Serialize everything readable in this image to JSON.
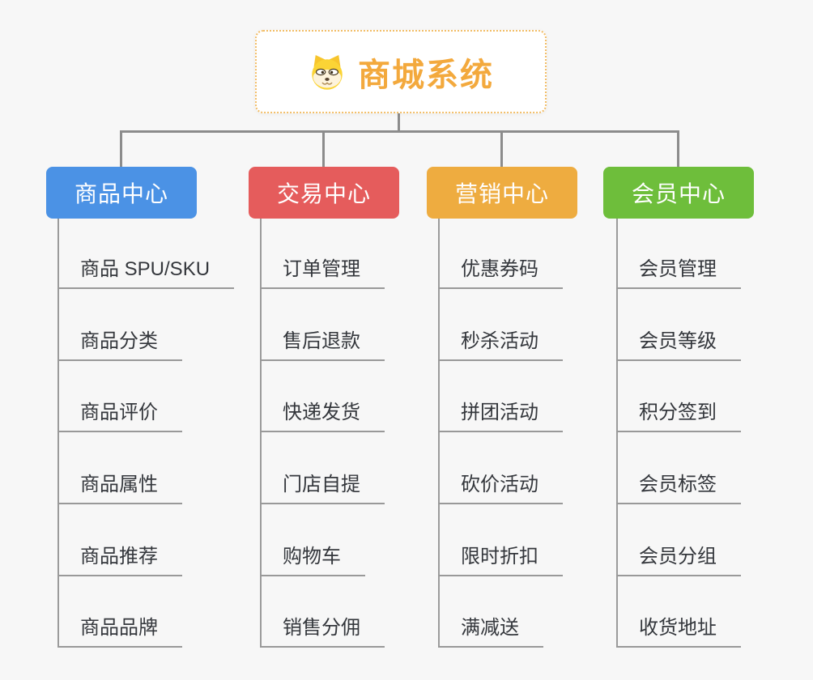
{
  "root": {
    "label": "商城系统",
    "icon": "dog-face-icon",
    "text_color": "#F3A93D",
    "border_color": "#F2BD66",
    "background": "#FFFFFF"
  },
  "connectors": {
    "color": "#8C8C8C",
    "branch_line_color": "#9B9B9B",
    "leaf_underline_color": "#999999"
  },
  "page": {
    "background": "#F7F7F7"
  },
  "branches": [
    {
      "label": "商品中心",
      "color": "#4B92E5",
      "items": [
        "商品 SPU/SKU",
        "商品分类",
        "商品评价",
        "商品属性",
        "商品推荐",
        "商品品牌"
      ]
    },
    {
      "label": "交易中心",
      "color": "#E55C5C",
      "items": [
        "订单管理",
        "售后退款",
        "快递发货",
        "门店自提",
        "购物车",
        "销售分佣"
      ]
    },
    {
      "label": "营销中心",
      "color": "#EEAC40",
      "items": [
        "优惠券码",
        "秒杀活动",
        "拼团活动",
        "砍价活动",
        "限时折扣",
        "满减送"
      ]
    },
    {
      "label": "会员中心",
      "color": "#6EBE3B",
      "items": [
        "会员管理",
        "会员等级",
        "积分签到",
        "会员标签",
        "会员分组",
        "收货地址"
      ]
    }
  ]
}
